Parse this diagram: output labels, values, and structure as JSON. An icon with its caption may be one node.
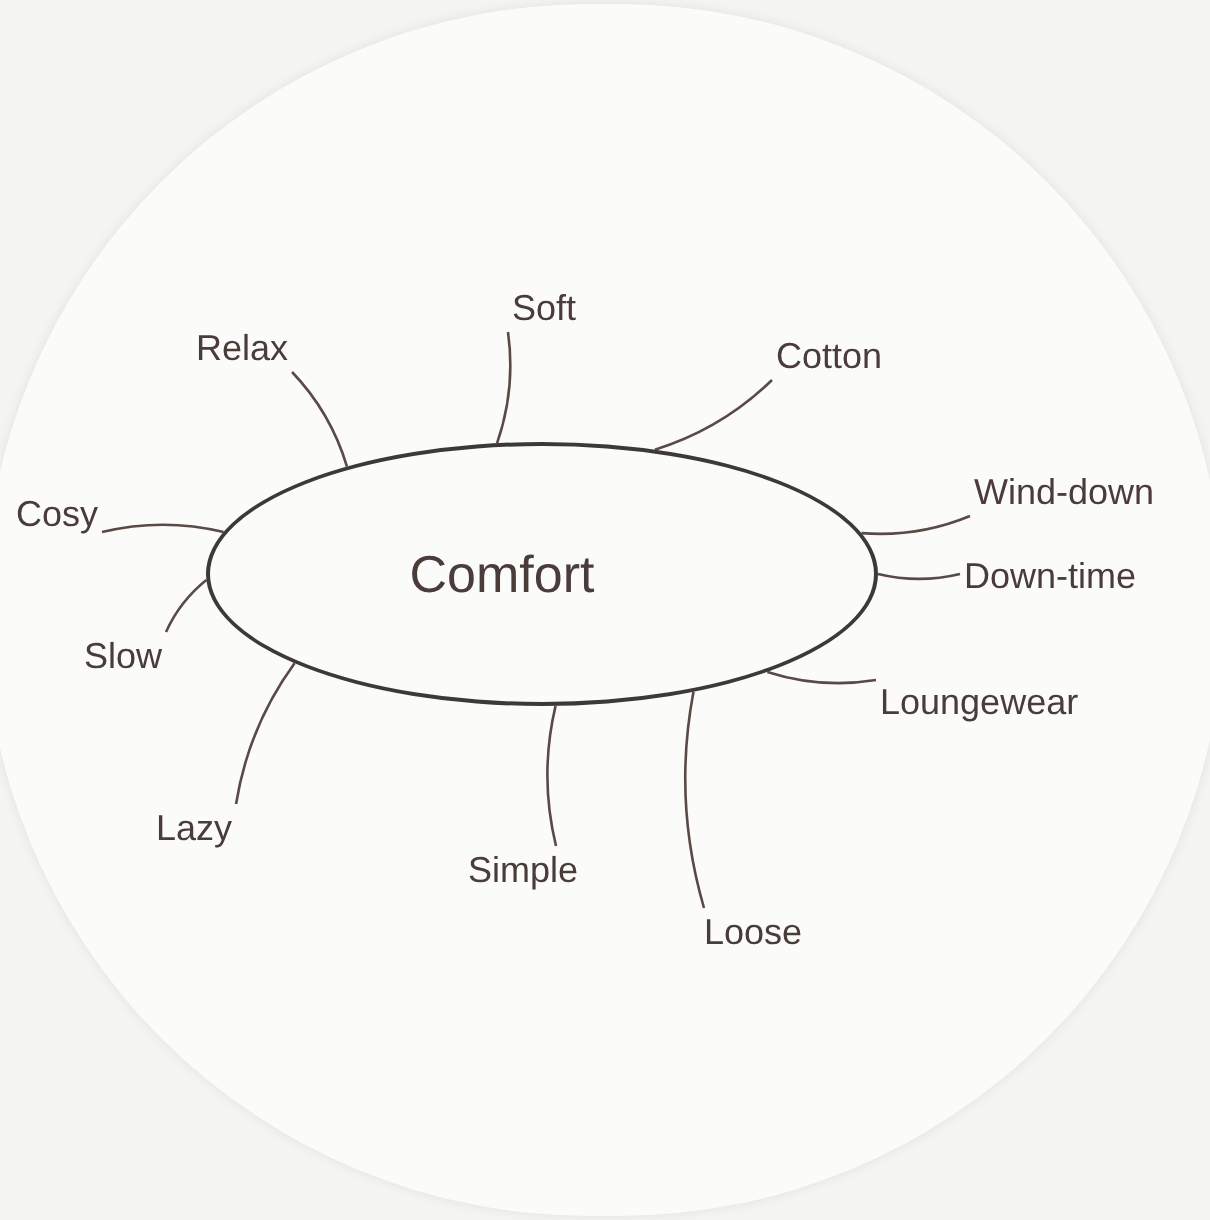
{
  "diagram": {
    "nodes": [
      {
        "text": [
          "Comfort"
        ]
      },
      {
        "text": [
          "Soft"
        ]
      },
      {
        "text": [
          "Relax"
        ]
      },
      {
        "text": [
          "Cotton"
        ]
      },
      {
        "text": [
          "Wind-down"
        ]
      },
      {
        "text": [
          "Cosy"
        ]
      },
      {
        "text": [
          "Down-time"
        ]
      },
      {
        "text": [
          "Slow"
        ]
      },
      {
        "text": [
          "Loungewear"
        ]
      },
      {
        "text": [
          "Lazy"
        ]
      },
      {
        "text": [
          "Simple"
        ]
      },
      {
        "text": [
          "Loose"
        ]
      }
    ],
    "edges": [
      {
        "from": 0,
        "to": 1,
        "arrow": "none"
      },
      {
        "from": 0,
        "to": 2,
        "arrow": "none"
      },
      {
        "from": 0,
        "to": 3,
        "arrow": "none"
      },
      {
        "from": 0,
        "to": 4,
        "arrow": "none"
      },
      {
        "from": 0,
        "to": 5,
        "arrow": "none"
      },
      {
        "from": 0,
        "to": 6,
        "arrow": "none"
      },
      {
        "from": 0,
        "to": 7,
        "arrow": "none"
      },
      {
        "from": 0,
        "to": 8,
        "arrow": "none"
      },
      {
        "from": 0,
        "to": 9,
        "arrow": "none"
      },
      {
        "from": 0,
        "to": 10,
        "arrow": "none"
      },
      {
        "from": 0,
        "to": 11,
        "arrow": "none"
      }
    ]
  }
}
